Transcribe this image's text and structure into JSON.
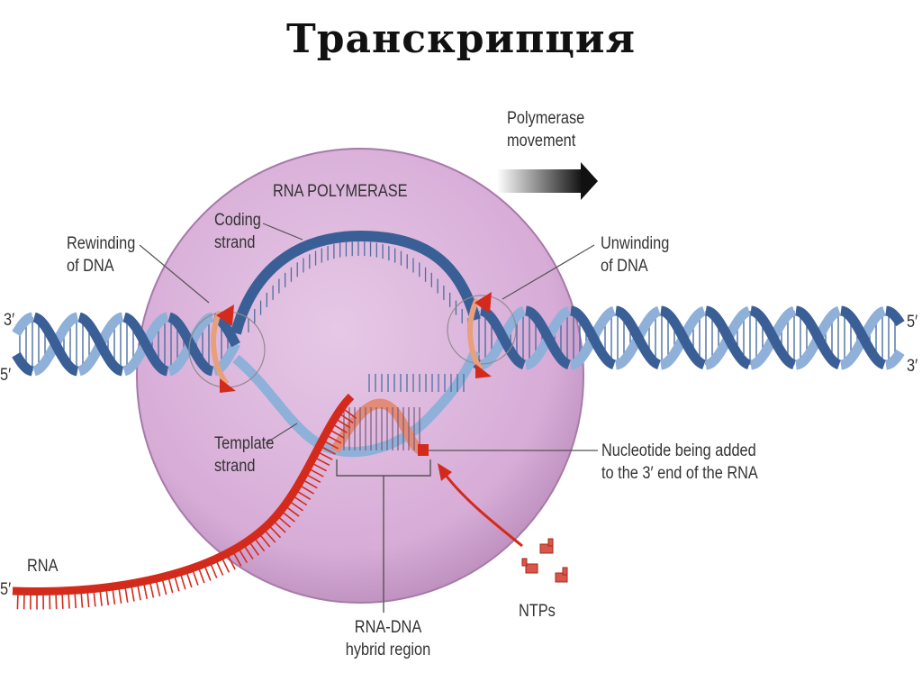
{
  "title": "Транскрипция",
  "labels": {
    "rna_polymerase": "RNA POLYMERASE",
    "polymerase_movement": [
      "Polymerase",
      "movement"
    ],
    "coding_strand": [
      "Coding",
      "strand"
    ],
    "rewinding": [
      "Rewinding",
      "of DNA"
    ],
    "unwinding": [
      "Unwinding",
      "of DNA"
    ],
    "template_strand": [
      "Template",
      "strand"
    ],
    "nucleotide_added": [
      "Nucleotide being added",
      "to the 3′ end of the RNA"
    ],
    "rna": "RNA",
    "hybrid_region": [
      "RNA-DNA",
      "hybrid region"
    ],
    "ntps": "NTPs",
    "end_3_left": "3′",
    "end_5_left": "5′",
    "end_5_right": "5′",
    "end_3_right": "3′",
    "end_5_rna": "5′"
  },
  "colors": {
    "polymerase_fill": "#dcb6dc",
    "dna_dark": "#3a5f96",
    "dna_light": "#8fb0d8",
    "rna": "#d42a1c",
    "rna_light": "#e38b76",
    "arrow_dark": "#111111"
  }
}
